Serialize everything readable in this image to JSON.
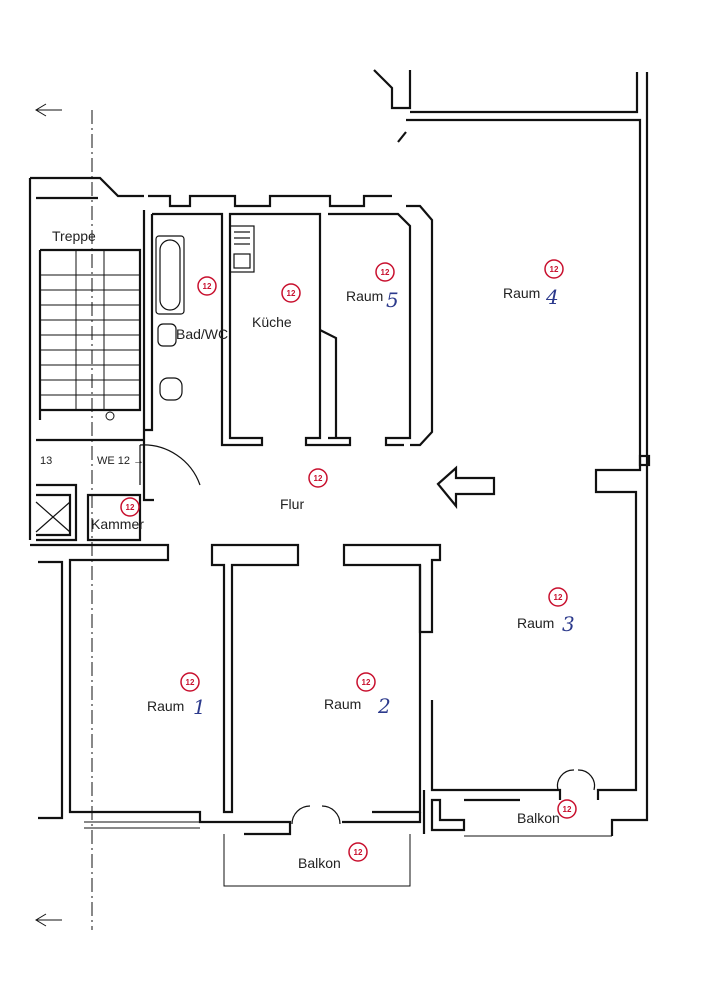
{
  "plan": {
    "unit_badge": "12",
    "colors": {
      "wall": "#111111",
      "badge": "#c8102e",
      "handwriting": "#2c3a8c"
    },
    "labels": {
      "treppe": "Treppe",
      "bad_wc": "Bad/WC",
      "kueche": "Küche",
      "raum": "Raum",
      "raum5_num": "5",
      "raum4_num": "4",
      "raum3_num": "3",
      "raum2_num": "2",
      "raum1_num": "1",
      "flur": "Flur",
      "kammer": "Kammer",
      "balkon": "Balkon",
      "unit_13": "13",
      "unit_we12": "WE 12 →"
    }
  }
}
